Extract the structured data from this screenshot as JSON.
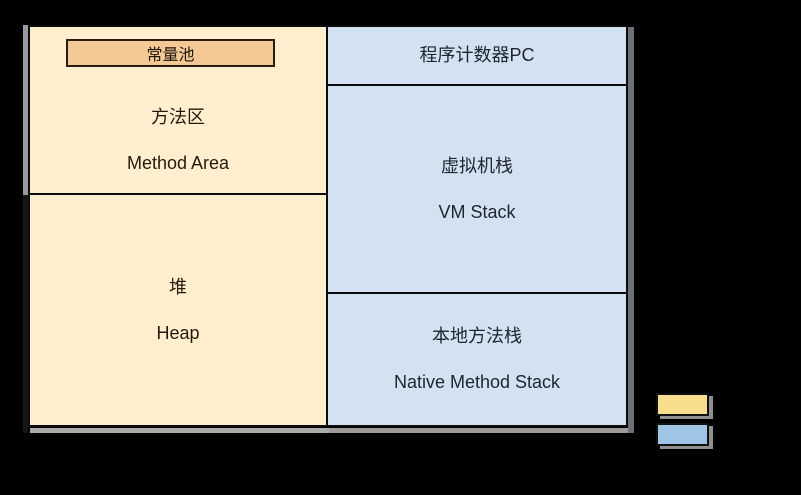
{
  "colors": {
    "background": "#000000",
    "cream_fill": "#FFEFCE",
    "blue_fill": "#D2E2F0",
    "constant_pool_fill": "#F4C995",
    "legend_yellow": "#F8DE8C",
    "legend_blue": "#A0C4E6"
  },
  "sections": {
    "constant_pool": {
      "zh": "常量池"
    },
    "method_area": {
      "zh": "方法区",
      "en": "Method Area"
    },
    "heap": {
      "zh": "堆",
      "en": "Heap"
    },
    "program_counter": {
      "zh": "程序计数器PC"
    },
    "vm_stack": {
      "zh": "虚拟机栈",
      "en": "VM Stack"
    },
    "native_method_stack": {
      "zh": "本地方法栈",
      "en": "Native Method Stack"
    }
  },
  "legend": {
    "swatches": [
      {
        "name": "yellow-swatch",
        "color": "#F8DE8C"
      },
      {
        "name": "blue-swatch",
        "color": "#A0C4E6"
      }
    ]
  }
}
